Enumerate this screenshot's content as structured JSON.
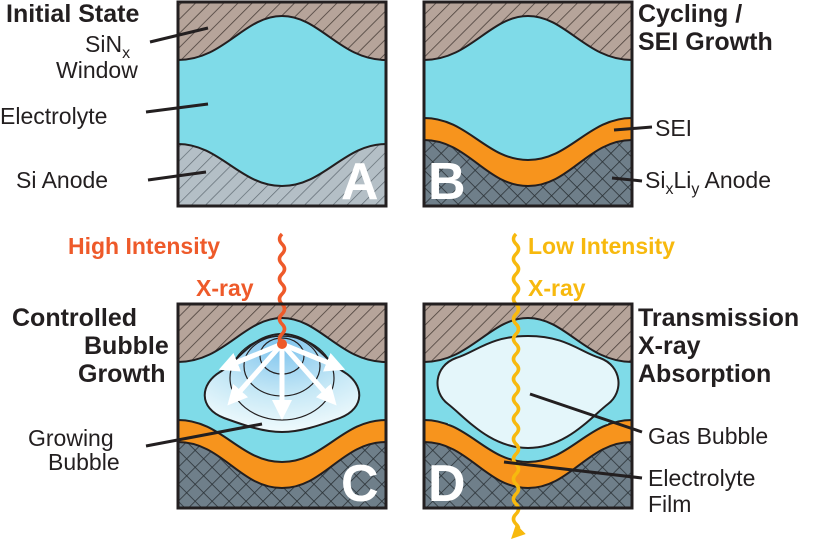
{
  "panels": {
    "a": {
      "letter": "A",
      "title": "Initial State",
      "labels": {
        "window": "SiN",
        "window_sub": "x",
        "window_line2": "Window",
        "electrolyte": "Electrolyte",
        "anode": "Si Anode"
      }
    },
    "b": {
      "letter": "B",
      "title_line1": "Cycling /",
      "title_line2": "SEI Growth",
      "labels": {
        "sei": "SEI",
        "anode_si": "Si",
        "anode_sub_x": "x",
        "anode_li": "Li",
        "anode_sub_y": "y",
        "anode_rest": " Anode"
      }
    },
    "c": {
      "letter": "C",
      "title_line1": "Controlled",
      "title_line2": "Bubble",
      "title_line3": "Growth",
      "xray_line1": "High Intensity",
      "xray_line2": "X-ray",
      "labels": {
        "bubble_line1": "Growing",
        "bubble_line2": "Bubble"
      }
    },
    "d": {
      "letter": "D",
      "title_line1": "Transmission",
      "title_line2": "X-ray",
      "title_line3": "Absorption",
      "xray_line1": "Low Intensity",
      "xray_line2": "X-ray",
      "labels": {
        "bubble": "Gas Bubble",
        "film_line1": "Electrolyte",
        "film_line2": "Film"
      }
    }
  },
  "colors": {
    "window": "#b6a49a",
    "electrolyte": "#7fdbe8",
    "si_anode": "#b4bfc6",
    "sei": "#f7941d",
    "lithiated_anode": "#6f7f8a",
    "bubble": "#e4f6fa",
    "xray_high": "#ee5a2a",
    "xray_low": "#f7b90e",
    "outline": "#231f20"
  }
}
